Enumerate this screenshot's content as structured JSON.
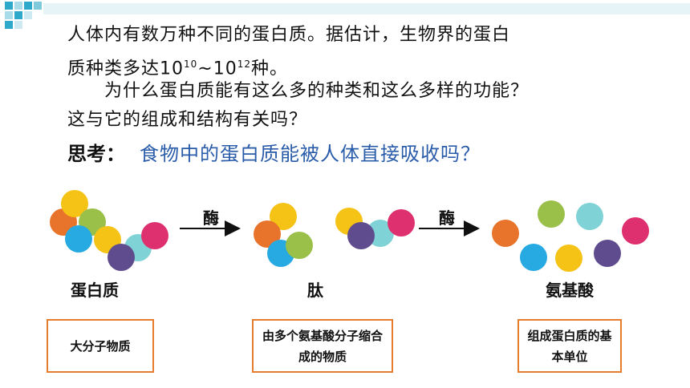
{
  "intro": {
    "line1": "人体内有数万种不同的蛋白质。据估计，生物界的蛋白",
    "line2_prefix": "质种类多达10",
    "exp1": "10",
    "tilde": "~10",
    "exp2": "12",
    "line2_suffix": "种。",
    "line3": "　　为什么蛋白质能有这么多的种类和这么多样的功能？",
    "line4": "这与它的组成和结构有关吗？"
  },
  "think": {
    "label": "思考：",
    "question": "食物中的蛋白质能被人体直接吸收吗？"
  },
  "process": {
    "enzyme1": "酶",
    "enzyme2": "酶",
    "stage1": "蛋白质",
    "stage2": "肽",
    "stage3": "氨基酸",
    "box1": "大分子物质",
    "box2": "由多个氨基酸分子缩合成的物质",
    "box3": "组成蛋白质的基本单位"
  },
  "colors": {
    "orange": "#e8732a",
    "yellow": "#f5c216",
    "green": "#9bc04a",
    "blue": "#27a9e1",
    "teal": "#7fd3d6",
    "purple": "#5e4c8e",
    "pink": "#de2f6e",
    "arrow": "#111111",
    "box_border": "#e57c2e",
    "question": "#2a5caa"
  }
}
